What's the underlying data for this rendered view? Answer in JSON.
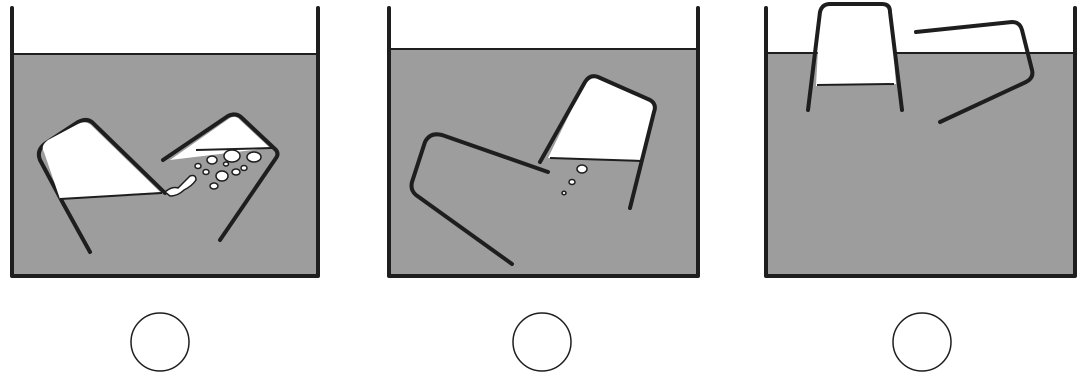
{
  "colors": {
    "water": "#9d9d9d",
    "water_shade": "#8f8f8f",
    "ink": "#1e1e1e",
    "air": "#ffffff",
    "background": "#ffffff"
  },
  "panels": [
    {
      "id": "tanks-left-overlap",
      "answer": ""
    },
    {
      "id": "tanks-middle-tilted",
      "answer": ""
    },
    {
      "id": "tanks-right-floating",
      "answer": ""
    }
  ]
}
